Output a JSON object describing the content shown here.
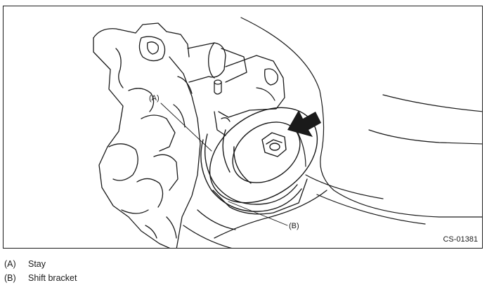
{
  "callouts": {
    "a": "(A)",
    "b": "(B)"
  },
  "figure_code": "CS-01381",
  "legend": [
    {
      "key": "(A)",
      "label": "Stay"
    },
    {
      "key": "(B)",
      "label": "Shift bracket"
    }
  ],
  "colors": {
    "line": "#1a1a1a",
    "background": "#ffffff"
  }
}
